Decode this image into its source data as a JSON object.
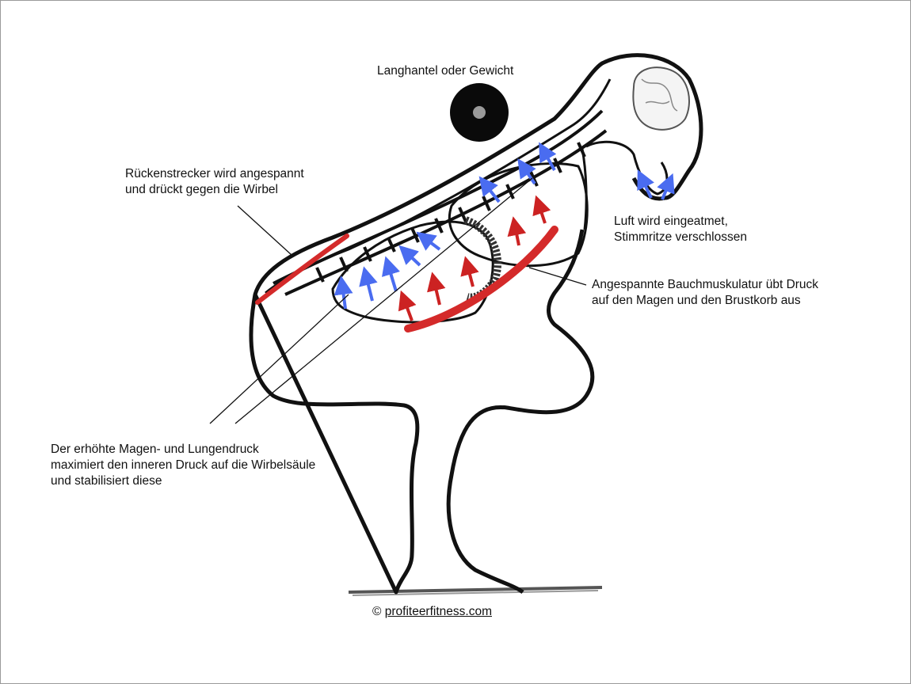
{
  "labels": {
    "weight": "Langhantel oder Gewicht",
    "back_line1": "Rückenstrecker wird angespannt",
    "back_line2": "und drückt gegen die Wirbel",
    "air_line1": "Luft wird eingeatmet,",
    "air_line2": "Stimmritze verschlossen",
    "abs_line1": "Angespannte Bauchmuskulatur übt Druck",
    "abs_line2": "auf den Magen und den Brustkorb aus",
    "pressure_line1": "Der erhöhte Magen- und Lungendruck",
    "pressure_line2": "maximiert den inneren Druck auf die Wirbelsäule",
    "pressure_line3": "und stabilisiert diese"
  },
  "copyright": {
    "symbol": "©",
    "site": "profiteerfitness.com"
  },
  "colors": {
    "outline": "#111111",
    "muscle_red": "#d42a2a",
    "arrow_blue": "#4a6cf0",
    "arrow_red": "#cc2222",
    "weight_black": "#0a0a0a",
    "weight_center": "#9a9a9a"
  }
}
